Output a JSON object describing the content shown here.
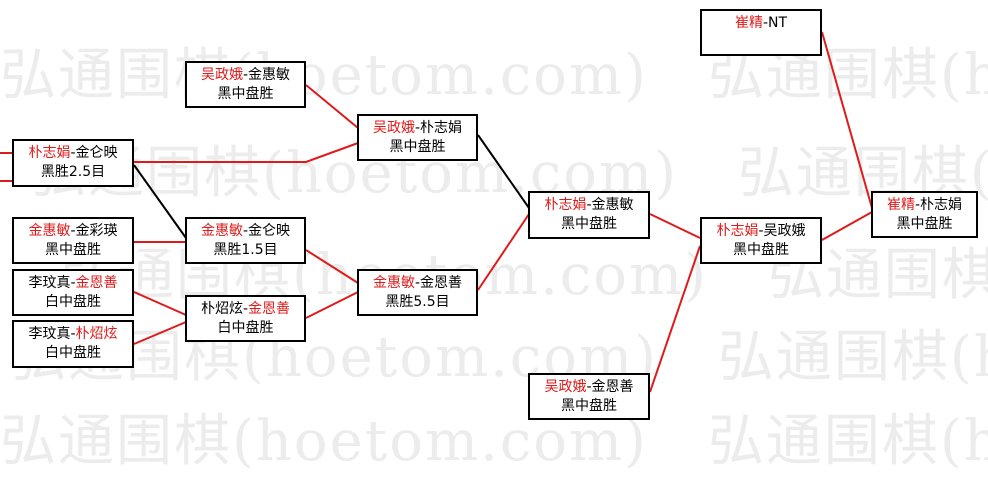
{
  "watermark": {
    "w1": "弘通围棋(hoetom.com)",
    "w2": "弘通围棋(hoetom.com)",
    "w3": "弘通围棋(hoetom.com)",
    "w4": "弘通围棋(hoetom.com)",
    "w5": "弘通围棋(hoetom.com)"
  },
  "colors": {
    "winner": "#e01a1a",
    "line_red": "#e01a1a",
    "line_black": "#000000"
  },
  "matches": {
    "r1a": {
      "left": "朴志娟",
      "sep": "-",
      "right": "金仑映",
      "result": "黑胜2.5目"
    },
    "r1b": {
      "left": "吴政娥",
      "sep": "-",
      "right": "金惠敏",
      "result": "黑中盘胜"
    },
    "r1c": {
      "left": "金惠敏",
      "sep": "-",
      "right": "金彩瑛",
      "result": "黑中盘胜"
    },
    "r1d": {
      "left": "李玟真",
      "sep": "-",
      "right": "金恩善",
      "result": "白中盘胜"
    },
    "r1e": {
      "left": "李玟真",
      "sep": "-",
      "right": "朴炤炫",
      "result": "白中盘胜"
    },
    "r2a": {
      "left": "吴政娥",
      "sep": "-",
      "right": "朴志娟",
      "result": "黑中盘胜"
    },
    "r2b": {
      "left": "金惠敏",
      "sep": "-",
      "right": "金仑映",
      "result": "黑胜1.5目"
    },
    "r2c": {
      "left": "朴炤炫",
      "sep": "-",
      "right": "金恩善",
      "result": "白中盘胜"
    },
    "r3a": {
      "left": "金惠敏",
      "sep": "-",
      "right": "金恩善",
      "result": "黑胜5.5目"
    },
    "r4a": {
      "left": "朴志娟",
      "sep": "-",
      "right": "金惠敏",
      "result": "黑中盘胜"
    },
    "r4b": {
      "left": "吴政娥",
      "sep": "-",
      "right": "金恩善",
      "result": "黑中盘胜"
    },
    "r5a": {
      "left": "朴志娟",
      "sep": "-",
      "right": "吴政娥",
      "result": "黑中盘胜"
    },
    "r5b": {
      "left": "崔精",
      "sep": "-",
      "right": "NT",
      "result": ""
    },
    "final": {
      "left": "崔精",
      "sep": "-",
      "right": "朴志娟",
      "result": "黑中盘胜"
    }
  }
}
